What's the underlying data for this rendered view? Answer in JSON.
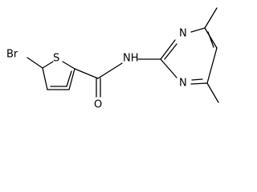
{
  "molecule": {
    "atom_labels": {
      "bromine": "Br",
      "sulfur": "S",
      "amide_nh": "NH",
      "carbonyl_oxygen": "O",
      "pyrimidine_n_upper": "N",
      "pyrimidine_n_lower": "N"
    }
  }
}
